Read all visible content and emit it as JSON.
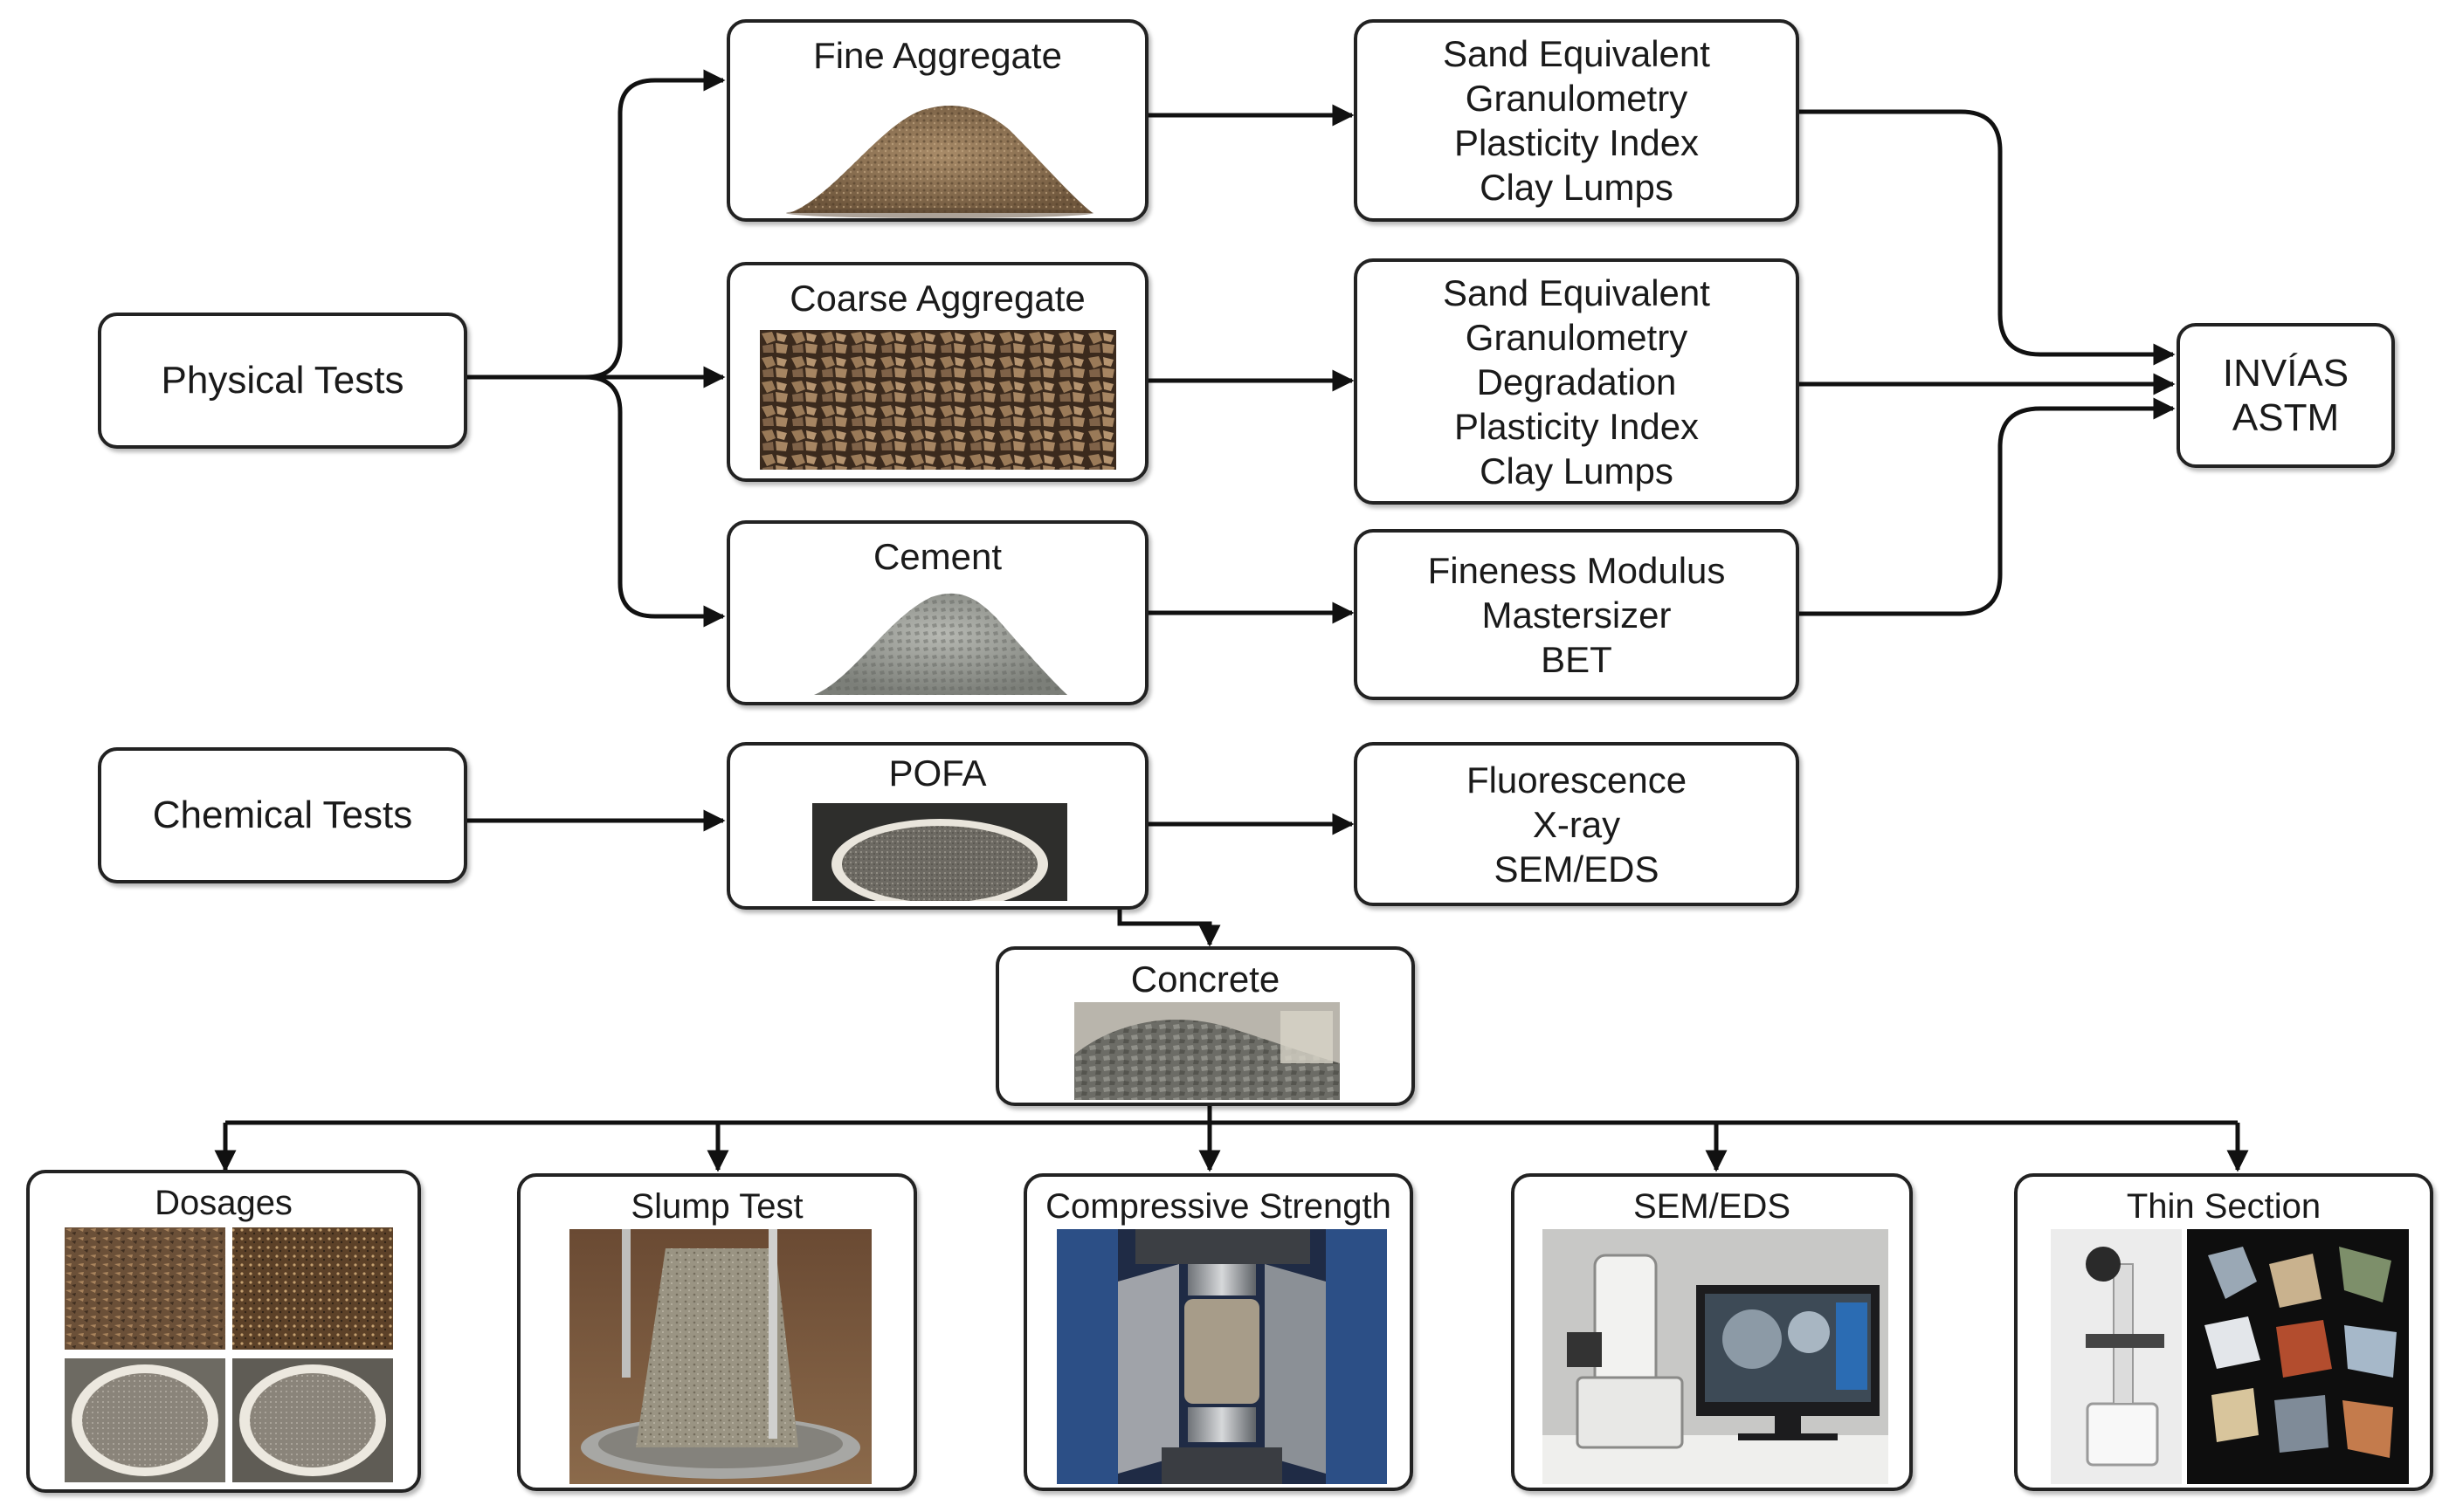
{
  "sources": {
    "physical": "Physical Tests",
    "chemical": "Chemical Tests"
  },
  "materials": {
    "fine": "Fine Aggregate",
    "coarse": "Coarse Aggregate",
    "cement": "Cement",
    "pofa": "POFA",
    "concrete": "Concrete"
  },
  "tests": {
    "fine": [
      "Sand Equivalent",
      "Granulometry",
      "Plasticity Index",
      "Clay Lumps"
    ],
    "coarse": [
      "Sand Equivalent",
      "Granulometry",
      "Degradation",
      "Plasticity Index",
      "Clay Lumps"
    ],
    "cement": [
      "Fineness Modulus",
      "Mastersizer",
      "BET"
    ],
    "pofa": [
      "Fluorescence",
      "X-ray",
      "SEM/EDS"
    ]
  },
  "standards": [
    "INVÍAS",
    "ASTM"
  ],
  "outputs": [
    "Dosages",
    "Slump Test",
    "Compressive Strength",
    "SEM/EDS",
    "Thin Section"
  ],
  "colors": {
    "line": "#111111",
    "border": "#222222"
  }
}
